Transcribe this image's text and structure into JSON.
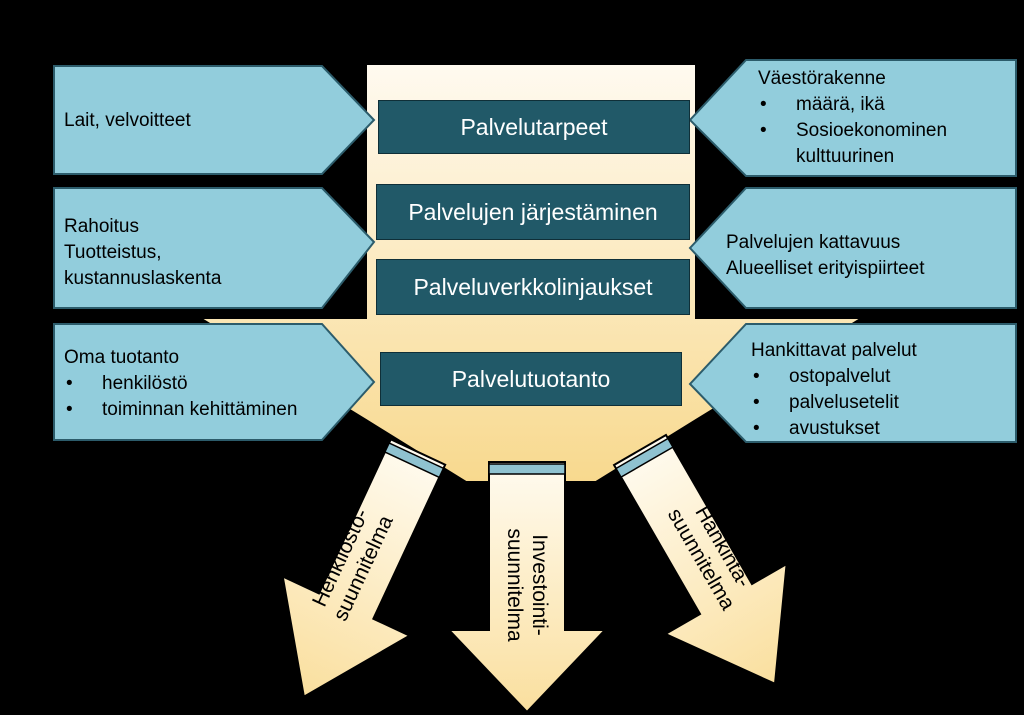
{
  "left_boxes": [
    {
      "lines": [
        "Lait, velvoitteet"
      ]
    },
    {
      "lines": [
        "Rahoitus",
        "Tuotteistus,",
        "kustannuslaskenta"
      ]
    },
    {
      "title": "Oma tuotanto",
      "bullets": [
        "henkilöstö",
        "toiminnan kehittäminen"
      ]
    }
  ],
  "right_boxes": [
    {
      "title": "Väestörakenne",
      "bullets": [
        "määrä, ikä",
        "Sosioekonominen kulttuurinen"
      ]
    },
    {
      "lines": [
        "Palvelujen kattavuus",
        "Alueelliset erityispiirteet"
      ]
    },
    {
      "title": "Hankittavat palvelut",
      "bullets": [
        "ostopalvelut",
        "palvelusetelit",
        "avustukset"
      ]
    }
  ],
  "center_boxes": [
    "Palvelutarpeet",
    "Palvelujen järjestäminen",
    "Palveluverkkolinjaukset",
    "Palvelutuotanto"
  ],
  "arrows": [
    {
      "line1": "Henkilöstö-",
      "line2": "suunnitelma"
    },
    {
      "line1": "Investointi-",
      "line2": "suunnitelma"
    },
    {
      "line1": "Hankinta-",
      "line2": "suunnitelma"
    }
  ],
  "colors": {
    "background": "#000000",
    "light_box": "#92cddc",
    "dark_box": "#215968",
    "funnel": "#fbe2a8"
  }
}
